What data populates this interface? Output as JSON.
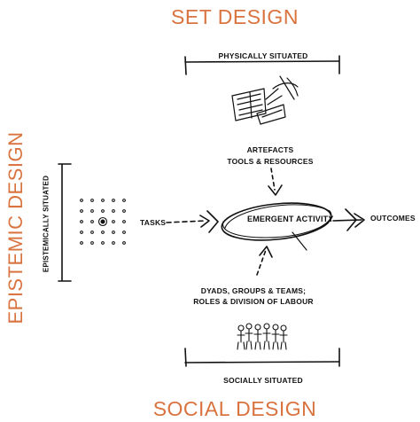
{
  "titles": {
    "set": "SET DESIGN",
    "social": "SOCIAL DESIGN",
    "epistemic": "EPISTEMIC DESIGN"
  },
  "labels": {
    "physically_situated": "PHYSICALLY SITUATED",
    "socially_situated": "SOCIALLY SITUATED",
    "epistemically_situated": "EPISTEMICALLY SITUATED",
    "artefacts_line1": "ARTEFACTS",
    "artefacts_line2": "TOOLS & RESOURCES",
    "dyads_line1": "DYADS, GROUPS & TEAMS;",
    "dyads_line2": "ROLES & DIVISION OF LABOUR",
    "tasks": "TASKS",
    "outcomes": "OUTCOMES",
    "emergent": "EMERGENT ACTIVITY"
  },
  "colors": {
    "accent": "#d9733f",
    "ink": "#111111"
  },
  "icons": [
    "books-and-tools-sketch",
    "people-group-sketch",
    "dot-grid"
  ]
}
